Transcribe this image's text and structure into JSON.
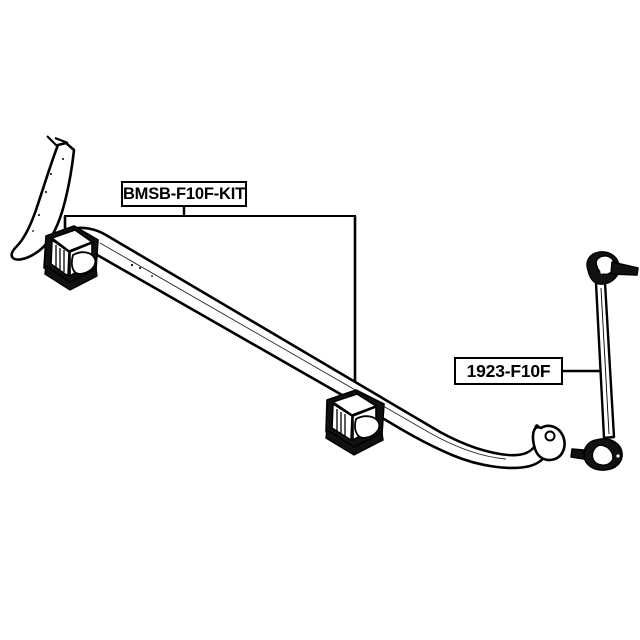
{
  "diagram": {
    "title": "Stabilizer bar assembly exploded parts diagram",
    "background_color": "#ffffff",
    "line_color": "#000000",
    "callouts": [
      {
        "id": "bmsb",
        "label": "BMSB-F10F-KIT",
        "part_name": "stabilizer-bar-bushing-kit",
        "leader_style": "bracket",
        "points_to": [
          "left-bushing-bracket",
          "center-bushing-bracket"
        ]
      },
      {
        "id": "link",
        "label": "1923-F10F",
        "part_name": "stabilizer-link",
        "leader_style": "straight",
        "points_to": [
          "stabilizer-link-shaft"
        ]
      }
    ],
    "components": {
      "stabilizer_bar": "stabilizer-bar",
      "left_arm": "stabilizer-bar-left-arm",
      "left_bushing": "left-bushing-bracket",
      "center_bushing": "center-bushing-bracket",
      "right_eyelet": "stabilizer-bar-right-eyelet",
      "link": "stabilizer-link",
      "link_top_joint": "link-upper-ball-joint",
      "link_bottom_joint": "link-lower-ball-joint"
    }
  }
}
